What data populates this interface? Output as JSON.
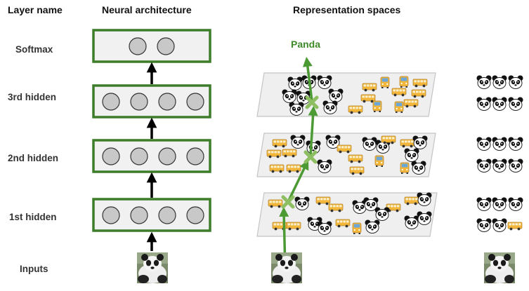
{
  "headers": {
    "layer_name": "Layer name",
    "neural_architecture": "Neural architecture",
    "representation_spaces": "Representation spaces"
  },
  "layers": [
    {
      "label": "Softmax",
      "units": 2
    },
    {
      "label": "3rd hidden",
      "units": 4
    },
    {
      "label": "2nd hidden",
      "units": 4
    },
    {
      "label": "1st hidden",
      "units": 4
    },
    {
      "label": "Inputs",
      "units": 0
    }
  ],
  "trajectory_label": "Panda",
  "icons": {
    "panda": "panda-icon",
    "bus": "school-bus-icon",
    "marker": "x-marker-icon"
  },
  "colors": {
    "frame_green": "#3d7d2a",
    "arrow_green": "#4b9a33",
    "marker_green": "#8dbf62",
    "node_fill": "#c8c8c8",
    "plane_fill": "#efefef",
    "plane_stroke": "#c4c4c4",
    "bus_yellow": "#f2b73a"
  }
}
